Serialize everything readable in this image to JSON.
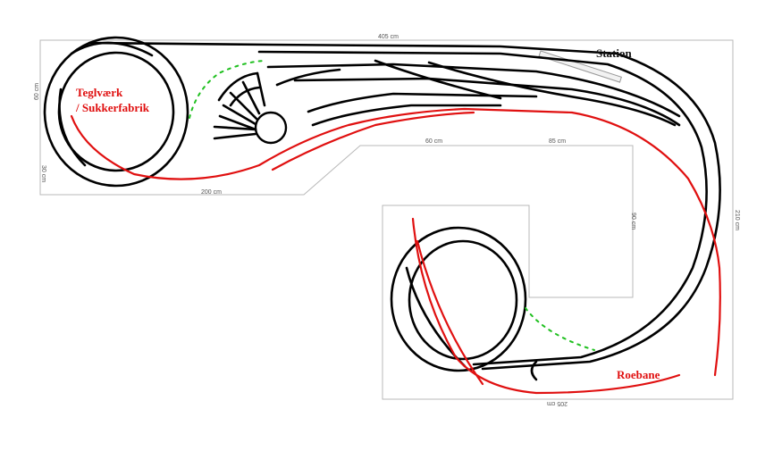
{
  "labels": {
    "brickworks": "Teglværk",
    "sugar_factory": "/ Sukkerfabrik",
    "station": "Station",
    "rowing_line": "Roebane"
  },
  "dimensions": {
    "top_length": "405 cm",
    "left_upper": "60 cm",
    "left_lower": "30 cm",
    "bottom_left": "200 cm",
    "notch_60": "60 cm",
    "notch_85": "85 cm",
    "inner_90": "90 cm",
    "right_210": "210 cm",
    "bottom_205": "205 cm"
  },
  "colors": {
    "main_track": "#000000",
    "secondary_track": "#e01010",
    "planned_track": "#20c020",
    "board_outline": "#b9b9b9"
  }
}
